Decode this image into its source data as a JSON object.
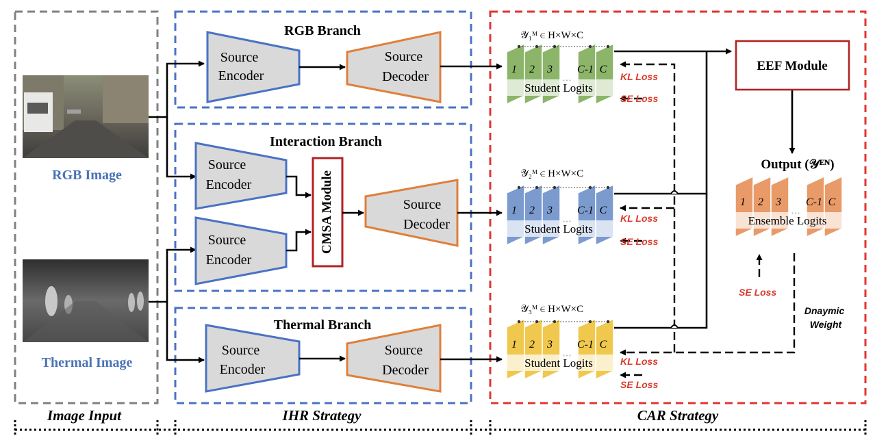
{
  "sections": {
    "image_input": "Image Input",
    "ihr_strategy": "IHR Strategy",
    "car_strategy": "CAR Strategy"
  },
  "inputs": {
    "rgb_caption": "RGB Image",
    "thermal_caption": "Thermal Image"
  },
  "branches": {
    "rgb": {
      "title": "RGB Branch",
      "encoder": [
        "Source",
        "Encoder"
      ],
      "decoder": [
        "Source",
        "Decoder"
      ]
    },
    "interaction": {
      "title": "Interaction Branch",
      "encoder_top": [
        "Source",
        "Encoder"
      ],
      "encoder_bottom": [
        "Source",
        "Encoder"
      ],
      "cmsa": "CMSA Module",
      "decoder": [
        "Source",
        "Decoder"
      ]
    },
    "thermal": {
      "title": "Thermal Branch",
      "encoder": [
        "Source",
        "Encoder"
      ],
      "decoder": [
        "Source",
        "Decoder"
      ]
    }
  },
  "logits": {
    "channel_labels": [
      "1",
      "2",
      "3",
      "...",
      "C-1",
      "C"
    ],
    "student_caption": "Student Logits",
    "ensemble_caption": "Ensemble Logits",
    "dims": "∈ H×W×C",
    "student_symbols": [
      "𝒴₁ᴹ",
      "𝒴₂ᴹ",
      "𝒴₃ᴹ"
    ]
  },
  "losses": {
    "kl": "KL Loss",
    "se": "SE Loss"
  },
  "eef": "EEF Module",
  "output_label": "Output (𝒴ᴱᴺ)",
  "dynamic_weight": [
    "Dnaymic",
    "Weight"
  ],
  "colors": {
    "blue_frame": "#4a72c4",
    "red_frame": "#e03530",
    "gray_frame": "#808080",
    "encoder_stroke": "#4a72c4",
    "decoder_stroke": "#e07f3a",
    "module_fill": "#d9d9d9",
    "loss_red": "#d93a2b",
    "caption_blue": "#4a72b5",
    "green_logits": "#8cb56a",
    "blue_logits": "#7b9bcf",
    "yellow_logits": "#f0c84e",
    "orange_logits": "#e89b68"
  }
}
